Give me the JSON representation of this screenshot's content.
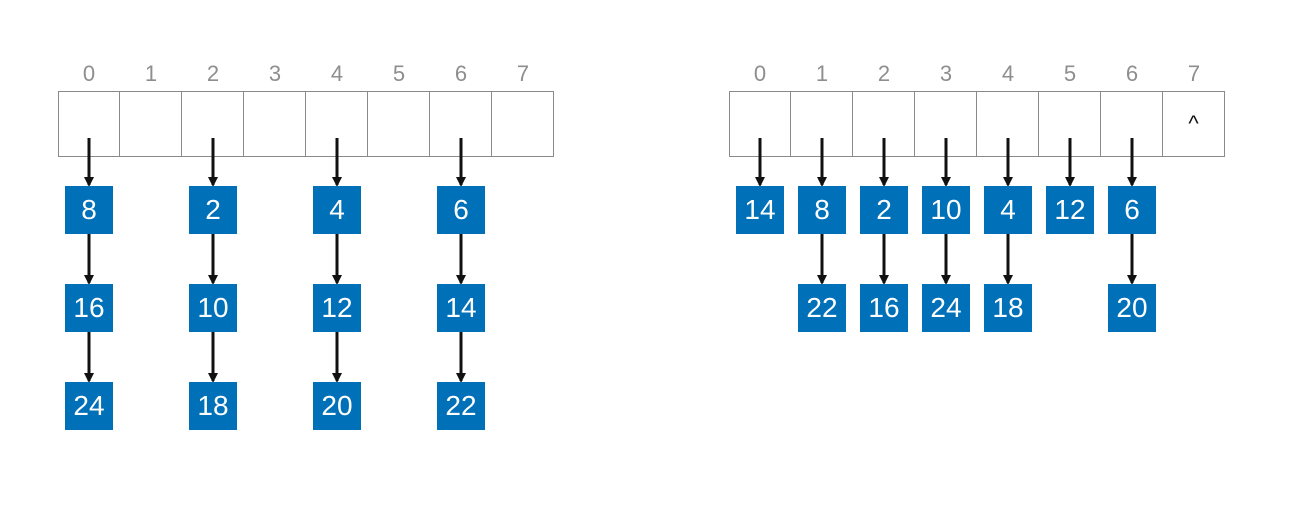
{
  "tables": [
    {
      "indices": [
        "0",
        "1",
        "2",
        "3",
        "4",
        "5",
        "6",
        "7"
      ],
      "slots": [
        "",
        "",
        "",
        "",
        "",
        "",
        "",
        ""
      ],
      "chains": [
        [
          "8",
          "16",
          "24"
        ],
        [],
        [
          "2",
          "10",
          "18"
        ],
        [],
        [
          "4",
          "12",
          "20"
        ],
        [],
        [
          "6",
          "14",
          "22"
        ],
        []
      ]
    },
    {
      "indices": [
        "0",
        "1",
        "2",
        "3",
        "4",
        "5",
        "6",
        "7"
      ],
      "slots": [
        "",
        "",
        "",
        "",
        "",
        "",
        "",
        "^"
      ],
      "chains": [
        [
          "14"
        ],
        [
          "8",
          "22"
        ],
        [
          "2",
          "16"
        ],
        [
          "10",
          "24"
        ],
        [
          "4",
          "18"
        ],
        [
          "12"
        ],
        [
          "6",
          "20"
        ],
        []
      ]
    }
  ],
  "colors": {
    "node": "#0070b8",
    "arrow": "#111111",
    "cell_border": "#8a8a8a",
    "index_text": "#8e8e8e"
  }
}
